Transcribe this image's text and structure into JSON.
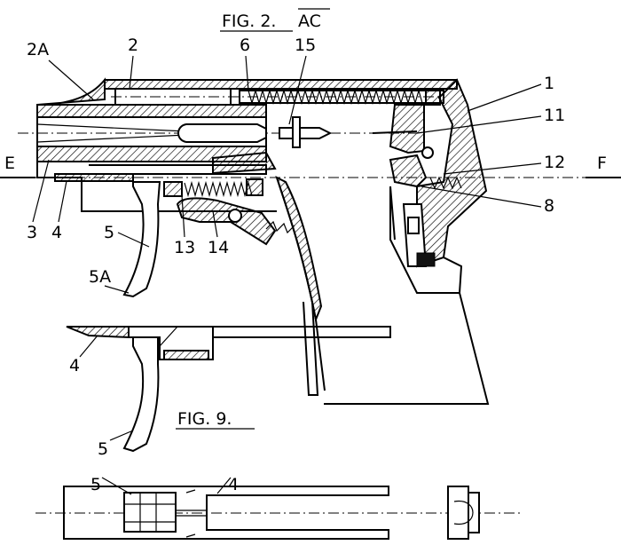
{
  "figure_titles": {
    "fig2": "FIG. 2.",
    "section": "AC",
    "fig9": "FIG. 9."
  },
  "section_markers": {
    "left": "E",
    "right": "F"
  },
  "fig2_labels": {
    "l2A": "2A",
    "l2": "2",
    "l6": "6",
    "l15": "15",
    "l1": "1",
    "l11": "11",
    "l12": "12",
    "l8": "8",
    "l3": "3",
    "l4": "4",
    "l5": "5",
    "l13": "13",
    "l14": "14",
    "l5A": "5A"
  },
  "mid_labels": {
    "l4": "4",
    "l5": "5"
  },
  "fig9_labels": {
    "l5": "5",
    "l4": "4"
  }
}
